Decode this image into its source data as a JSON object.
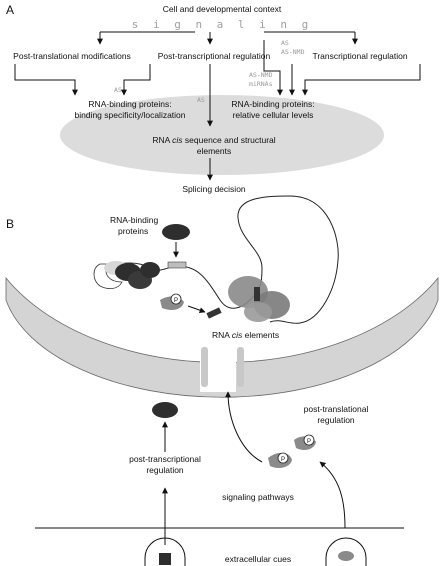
{
  "panel_a": {
    "label": "A",
    "context": "Cell and developmental context",
    "signaling": "s i g n a l i n g",
    "post_translational": "Post-translational modifications",
    "post_transcriptional": "Post-transcriptional regulation",
    "transcriptional": "Transcriptional regulation",
    "rbp_left_line1": "RNA-binding proteins:",
    "rbp_left_line2": "binding specificity/localization",
    "rbp_right_line1": "RNA-binding proteins:",
    "rbp_right_line2": "relative cellular levels",
    "cis_line1_a": "RNA ",
    "cis_line1_b": "cis",
    "cis_line1_c": " sequence and structural",
    "cis_line2": "elements",
    "splicing": "Splicing decision",
    "faint": {
      "as_top": "AS",
      "as_nmd_top": "AS-NMD",
      "as_left": "AS",
      "as_mid": "AS",
      "as_nmd_mid": "AS-NMD",
      "mirna": "miRNAs"
    }
  },
  "panel_b": {
    "label": "B",
    "rbp_line1": "RNA-binding",
    "rbp_line2": "proteins",
    "phospho": "P",
    "cis_a": "RNA ",
    "cis_b": "cis",
    "cis_c": " elements",
    "ptl_line1": "post-translational",
    "ptl_line2": "regulation",
    "ptx_line1": "post-transcriptional",
    "ptx_line2": "regulation",
    "signaling_pathways": "signaling pathways",
    "extracellular": "extracellular cues"
  },
  "colors": {
    "ellipse": "#dcdcdc",
    "faint_text": "#9a9a9a",
    "membrane": "#d4d4d4",
    "dark_protein": "#2e2e2e",
    "mid_protein": "#8a8a8a"
  }
}
